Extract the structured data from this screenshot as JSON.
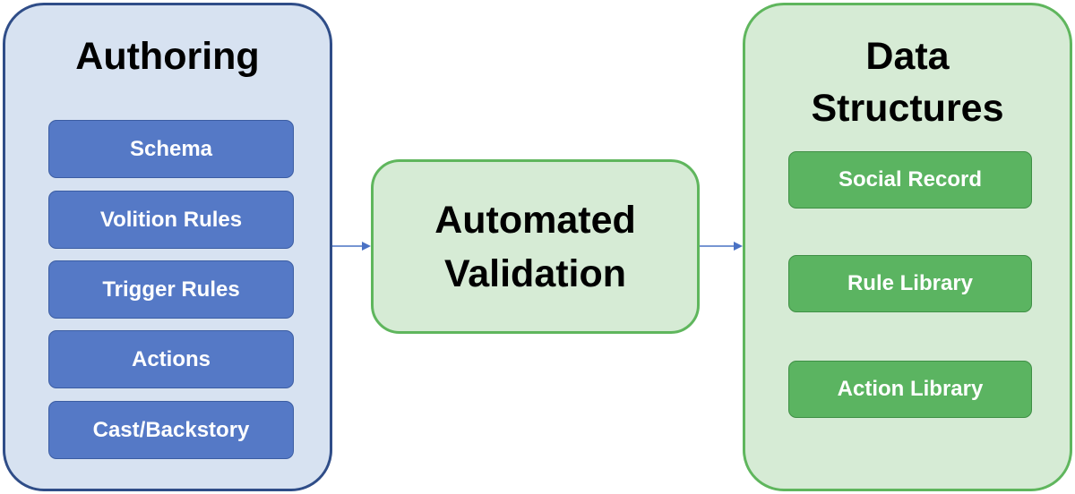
{
  "authoring": {
    "title": "Authoring",
    "items": [
      {
        "label": "Schema"
      },
      {
        "label": "Volition Rules"
      },
      {
        "label": "Trigger Rules"
      },
      {
        "label": "Actions"
      },
      {
        "label": "Cast/Backstory"
      }
    ]
  },
  "validation": {
    "title_line1": "Automated",
    "title_line2": "Validation"
  },
  "data_structures": {
    "title_line1": "Data",
    "title_line2": "Structures",
    "items": [
      {
        "label": "Social Record"
      },
      {
        "label": "Rule Library"
      },
      {
        "label": "Action Library"
      }
    ]
  },
  "colors": {
    "authoring_fill": "#d7e2f1",
    "authoring_border": "#2f4d88",
    "blue_box": "#5579c6",
    "green_fill": "#d6ebd5",
    "green_border": "#5fb65d",
    "green_box": "#5bb461",
    "arrow": "#4a72c4"
  }
}
